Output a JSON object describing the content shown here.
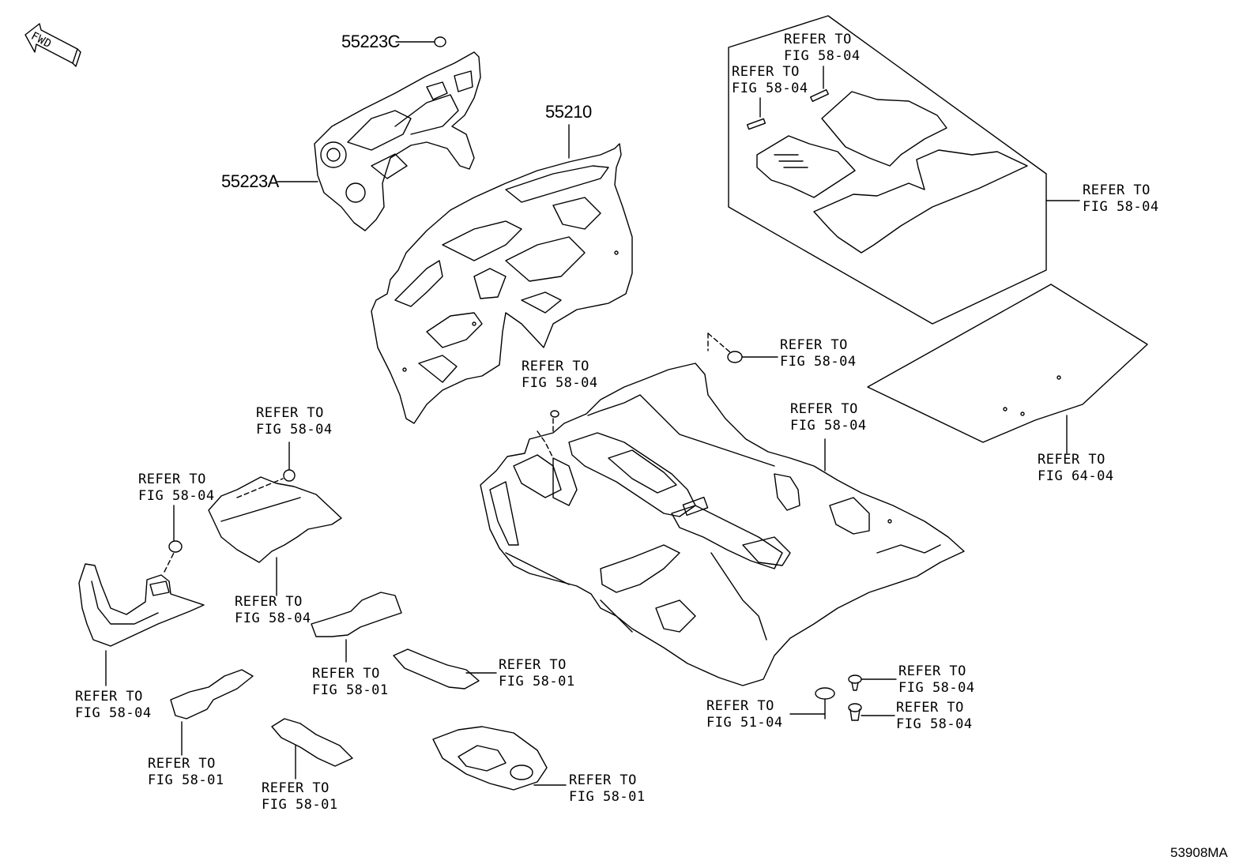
{
  "fwd_label": "FWD",
  "diagram_code": "53908MA",
  "part_numbers": {
    "p55223C": "55223C",
    "p55223A": "55223A",
    "p55210": "55210"
  },
  "callouts": [
    {
      "id": "c_top_a",
      "line1": "REFER TO",
      "line2": "FIG 58-04"
    },
    {
      "id": "c_top_b",
      "line1": "REFER TO",
      "line2": "FIG 58-04"
    },
    {
      "id": "c_mat_right",
      "line1": "REFER TO",
      "line2": "FIG 58-04"
    },
    {
      "id": "c_grommet_right",
      "line1": "REFER TO",
      "line2": "FIG 58-04"
    },
    {
      "id": "c_floor_top",
      "line1": "REFER TO",
      "line2": "FIG 58-04"
    },
    {
      "id": "c_floor_right",
      "line1": "REFER TO",
      "line2": "FIG 58-04"
    },
    {
      "id": "c_luggage",
      "line1": "REFER TO",
      "line2": "FIG 64-04"
    },
    {
      "id": "c_pad_mid_top",
      "line1": "REFER TO",
      "line2": "FIG 58-04"
    },
    {
      "id": "c_pad_left_top",
      "line1": "REFER TO",
      "line2": "FIG 58-04"
    },
    {
      "id": "c_pad_mid_bottom",
      "line1": "REFER TO",
      "line2": "FIG 58-04"
    },
    {
      "id": "c_pad_left_bottom",
      "line1": "REFER TO",
      "line2": "FIG 58-04"
    },
    {
      "id": "c_sil_a",
      "line1": "REFER TO",
      "line2": "FIG 58-01"
    },
    {
      "id": "c_sil_b",
      "line1": "REFER TO",
      "line2": "FIG 58-01"
    },
    {
      "id": "c_sil_c",
      "line1": "REFER TO",
      "line2": "FIG 58-01"
    },
    {
      "id": "c_sil_d",
      "line1": "REFER TO",
      "line2": "FIG 58-01"
    },
    {
      "id": "c_sil_e",
      "line1": "REFER TO",
      "line2": "FIG 58-01"
    },
    {
      "id": "c_plug",
      "line1": "REFER TO",
      "line2": "FIG 51-04"
    },
    {
      "id": "c_clip_a",
      "line1": "REFER TO",
      "line2": "FIG 58-04"
    },
    {
      "id": "c_clip_b",
      "line1": "REFER TO",
      "line2": "FIG 58-04"
    }
  ]
}
